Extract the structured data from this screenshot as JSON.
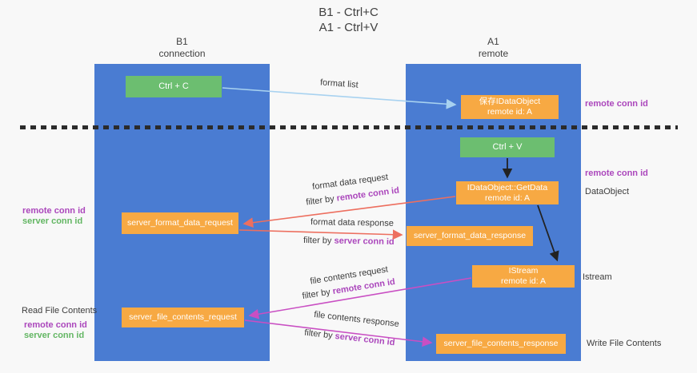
{
  "title": {
    "line1": "B1 - Ctrl+C",
    "line2": "A1 - Ctrl+V"
  },
  "lifelines": {
    "b1": {
      "name": "B1",
      "role": "connection"
    },
    "a1": {
      "name": "A1",
      "role": "remote"
    }
  },
  "boxes": {
    "ctrl_c": {
      "label": "Ctrl + C"
    },
    "ctrl_v": {
      "label": "Ctrl + V"
    },
    "save_dataobject": {
      "line1": "保存IDataObject",
      "line2": "remote id: A"
    },
    "getdata": {
      "line1": "IDataObject::GetData",
      "line2": "remote id: A"
    },
    "istream": {
      "line1": "IStream",
      "line2": "remote id: A"
    },
    "format_request": {
      "label": "server_format_data_request"
    },
    "format_response": {
      "label": "server_format_data_response"
    },
    "file_request": {
      "label": "server_file_contents_request"
    },
    "file_response": {
      "label": "server_file_contents_response"
    }
  },
  "arrows": {
    "format_list": {
      "label": "format list"
    },
    "format_request": {
      "line1": "format data request",
      "filter_prefix": "filter by ",
      "filter_key": "remote conn id"
    },
    "format_response": {
      "line1": "format data response",
      "filter_prefix": "filter by ",
      "filter_key": "server conn id"
    },
    "file_request": {
      "line1": "file contents request",
      "filter_prefix": "filter by ",
      "filter_key": "remote conn id"
    },
    "file_response": {
      "line1": "file contents response",
      "filter_prefix": "filter by ",
      "filter_key": "server conn id"
    }
  },
  "side_labels": {
    "remote_conn_id_top": "remote conn id",
    "remote_conn_id_mid": "remote conn id",
    "dataobject": "DataObject",
    "istream": "Istream",
    "write_file_contents": "Write File Contents",
    "read_file_contents": "Read File Contents",
    "left_mid": {
      "remote": "remote conn id",
      "server": "server conn id"
    },
    "left_bottom": {
      "remote": "remote conn id",
      "server": "server conn id"
    }
  },
  "colors": {
    "column_blue": "#4a7cd2",
    "box_green": "#6cbe70",
    "box_orange": "#f7a943",
    "conn_id_purple": "#ab47bc",
    "conn_id_green": "#63b663",
    "arrow_red": "#ed6f5f",
    "arrow_magenta": "#c94fc3",
    "arrow_lightblue": "#a8d2f0",
    "arrow_black": "#222222",
    "background": "#f8f8f8"
  }
}
